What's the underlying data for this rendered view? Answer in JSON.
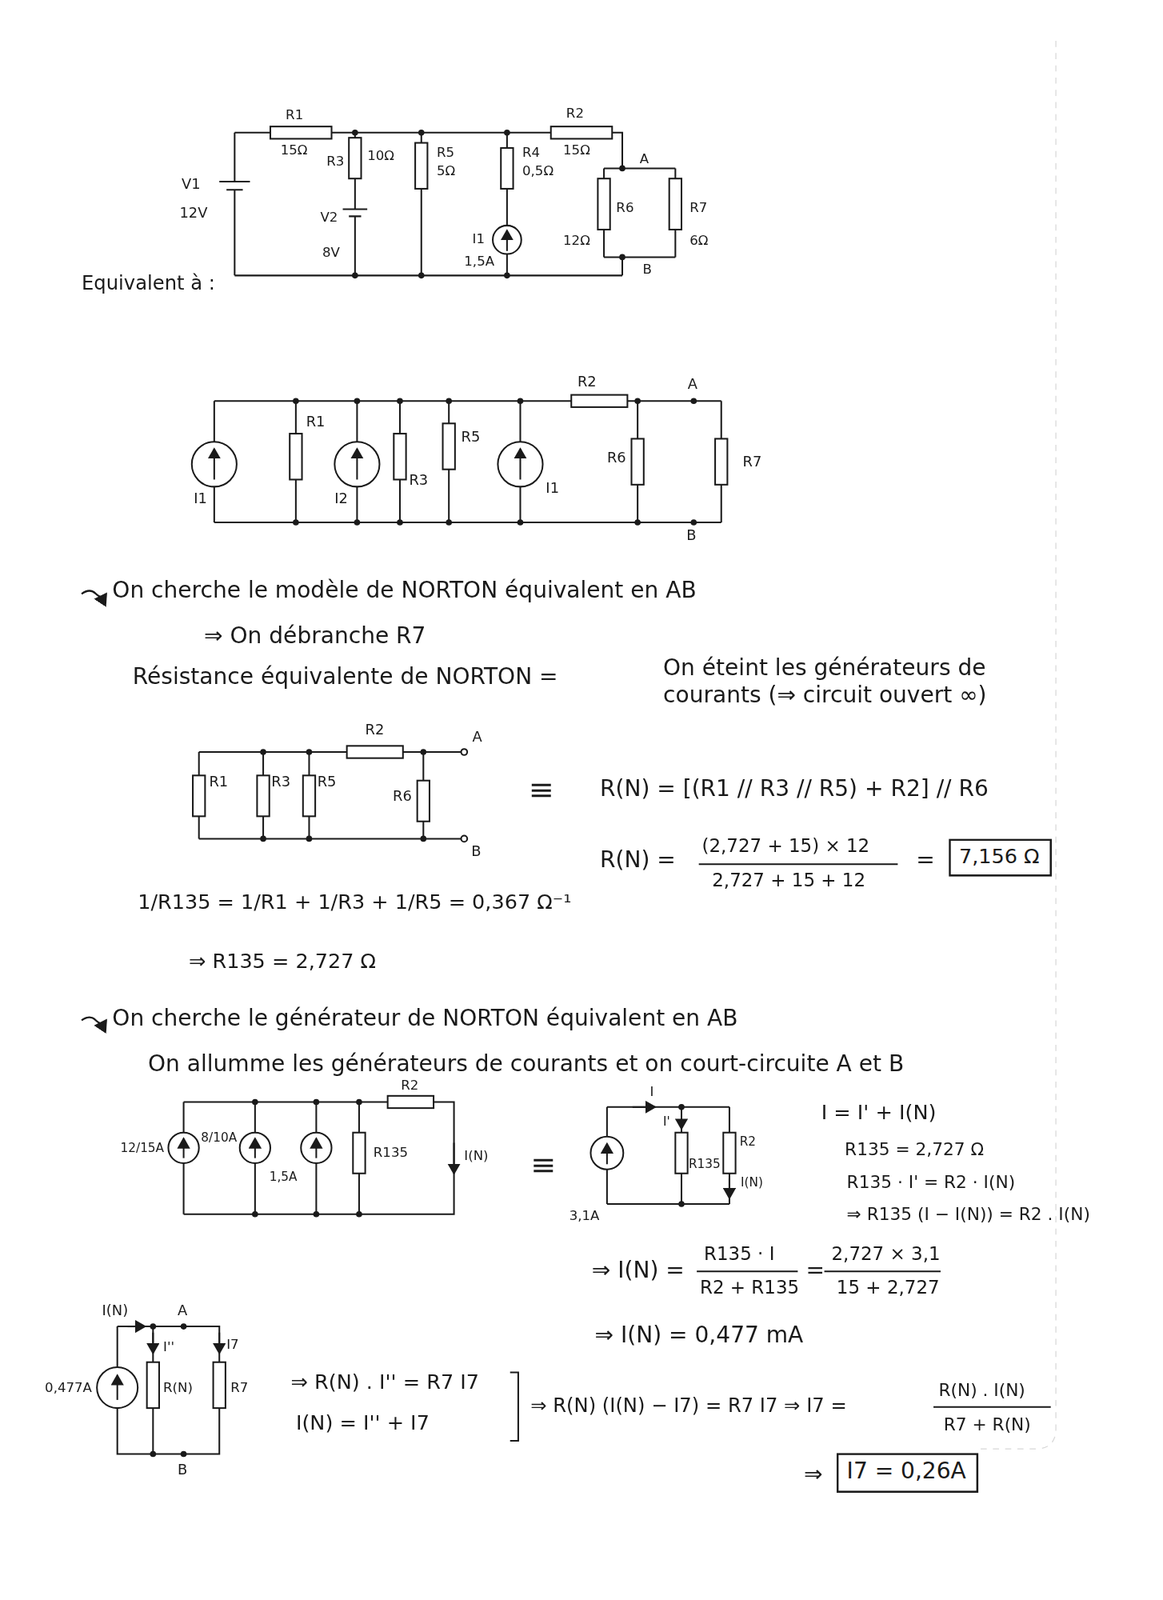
{
  "diagram": {
    "nodes": [
      {
        "text": [
          "7,156 Ω"
        ]
      },
      {
        "text": [
          "I7 = 0,26A"
        ]
      }
    ],
    "labels": [
      "R1",
      "15Ω",
      "R3",
      "10Ω",
      "V2",
      "8V",
      "R5",
      "5Ω",
      "R4",
      "0,5Ω",
      "I1",
      "1,5A",
      "R2",
      "15Ω",
      "A",
      "R6",
      "12Ω",
      "R7",
      "6Ω",
      "B",
      "V1",
      "12V",
      "Equivalent à :",
      "R1",
      "I1",
      "I2",
      "R3",
      "R5",
      "I1",
      "R2",
      "A",
      "R6",
      "B",
      "R7",
      "On cherche le modèle de NORTON équivalent en AB",
      "⇒ On débranche R7",
      "Résistance équivalente de NORTON =",
      "On éteint les générateurs de courants (⇒ circuit ouvert ∞)",
      "R2",
      "A",
      "R1",
      "R3",
      "R5",
      "R6",
      "B",
      "≡",
      "R(N) = [(R1 // R3 // R5) + R2] // R6",
      "R(N) =",
      "(2,727 + 15) × 12",
      "2,727 + 15 + 12",
      "=",
      "1/R135 = 1/R1 + 1/R3 + 1/R5 = 0,367 Ω⁻¹",
      "⇒ R135 = 2,727 Ω",
      "On cherche le générateur de NORTON équivalent en AB",
      "On allumme les générateurs de courants et on court-circuite A et B",
      "R2",
      "12/15A",
      "8/10A",
      "1,5A",
      "R135",
      "I(N)",
      "≡",
      "I",
      "I'",
      "R135",
      "R2",
      "I(N)",
      "3,1A",
      "I = I' + I(N)",
      "R135 = 2,727 Ω",
      "R135 · I' = R2 · I(N)",
      "⇒ R135 (I − I(N)) = R2 . I(N)",
      "⇒ I(N) =",
      "R135 · I",
      "R2 + R135",
      "=",
      "2,727 × 3,1",
      "15 + 2,727",
      "⇒ I(N) = 0,477 mA",
      "I(N)",
      "A",
      "I''",
      "I7",
      "0,477A",
      "R(N)",
      "R7",
      "B",
      "⇒ R(N) . I'' = R7 I7",
      "I(N) = I'' + I7",
      "⇒ R(N) (I(N) − I7) = R7 I7 ⇒ I7 =",
      "R(N) . I(N)",
      "R7 + R(N)",
      "⇒"
    ]
  }
}
